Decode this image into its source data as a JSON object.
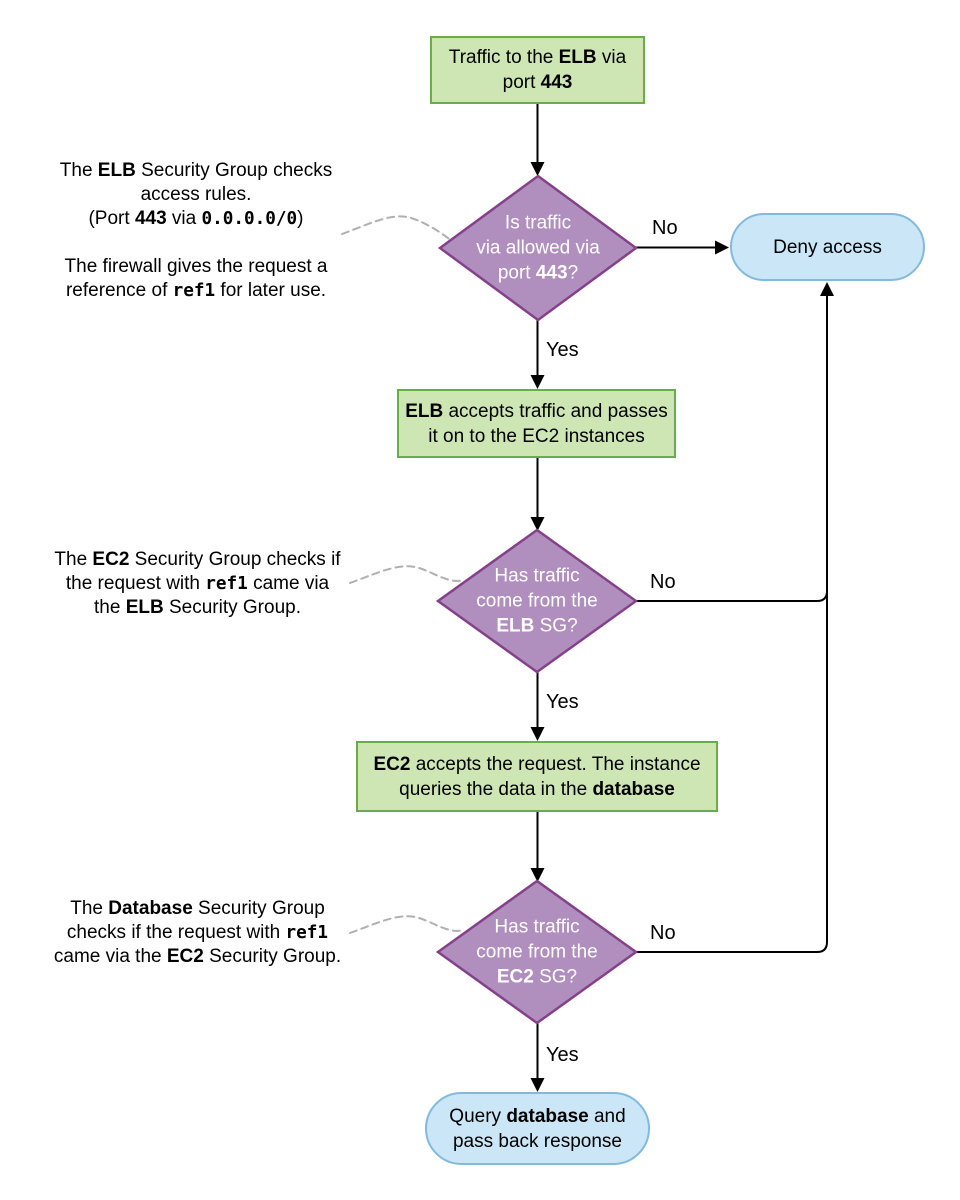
{
  "colors": {
    "bg": "#ffffff",
    "process_fill": "#cde6b4",
    "process_stroke": "#6aab4a",
    "decision_fill": "#b08fbe",
    "decision_stroke": "#84418a",
    "decision_text_color": "#ffffff",
    "terminator_fill": "#cae6f7",
    "terminator_stroke": "#82badd",
    "line_color": "#000000",
    "dashed_color": "#b0b0b0",
    "text_color": "#000000"
  },
  "labels": {
    "yes": "Yes",
    "no": "No"
  },
  "nodes": {
    "start": {
      "segments": [
        {
          "t": "Traffic to the "
        },
        {
          "t": "ELB",
          "b": 1
        },
        {
          "t": " via"
        },
        {
          "br": 1
        },
        {
          "t": "port "
        },
        {
          "t": "443",
          "b": 1
        }
      ]
    },
    "decision1": {
      "segments": [
        {
          "t": "Is traffic"
        },
        {
          "br": 1
        },
        {
          "t": "via allowed via"
        },
        {
          "br": 1
        },
        {
          "t": "port "
        },
        {
          "t": "443",
          "b": 1
        },
        {
          "t": "?"
        }
      ]
    },
    "deny": {
      "label": "Deny access"
    },
    "process_elb": {
      "segments": [
        {
          "t": "ELB",
          "b": 1
        },
        {
          "t": " accepts traffic and passes"
        },
        {
          "br": 1
        },
        {
          "t": "it on to the EC2 instances"
        }
      ]
    },
    "decision2": {
      "segments": [
        {
          "t": "Has traffic"
        },
        {
          "br": 1
        },
        {
          "t": "come from the"
        },
        {
          "br": 1
        },
        {
          "t": "ELB",
          "b": 1
        },
        {
          "t": " SG?"
        }
      ]
    },
    "process_ec2": {
      "segments": [
        {
          "t": "EC2",
          "b": 1
        },
        {
          "t": " accepts the request. The instance"
        },
        {
          "br": 1
        },
        {
          "t": "queries the data in the "
        },
        {
          "t": "database",
          "b": 1
        }
      ]
    },
    "decision3": {
      "segments": [
        {
          "t": "Has traffic"
        },
        {
          "br": 1
        },
        {
          "t": "come from the"
        },
        {
          "br": 1
        },
        {
          "t": "EC2",
          "b": 1
        },
        {
          "t": " SG?"
        }
      ]
    },
    "end": {
      "segments": [
        {
          "t": "Query "
        },
        {
          "t": "database",
          "b": 1
        },
        {
          "t": " and"
        },
        {
          "br": 1
        },
        {
          "t": "pass back response"
        }
      ]
    }
  },
  "annotations": {
    "elb_sg": {
      "segments": [
        {
          "t": "The "
        },
        {
          "t": "ELB",
          "b": 1
        },
        {
          "t": " Security Group checks"
        },
        {
          "br": 1
        },
        {
          "t": "access rules."
        },
        {
          "br": 1
        },
        {
          "t": "(Port "
        },
        {
          "t": "443",
          "b": 1
        },
        {
          "t": " via "
        },
        {
          "t": "0.0.0.0/0",
          "m": 1
        },
        {
          "t": ")"
        },
        {
          "br": 1
        },
        {
          "br": 1
        },
        {
          "t": "The firewall gives the request a"
        },
        {
          "br": 1
        },
        {
          "t": "reference of "
        },
        {
          "t": "ref1",
          "m": 1
        },
        {
          "t": " for later use."
        }
      ]
    },
    "ec2_sg": {
      "segments": [
        {
          "t": "The "
        },
        {
          "t": "EC2",
          "b": 1
        },
        {
          "t": " Security Group checks if"
        },
        {
          "br": 1
        },
        {
          "t": "the request with "
        },
        {
          "t": "ref1",
          "m": 1
        },
        {
          "t": " came via"
        },
        {
          "br": 1
        },
        {
          "t": "the "
        },
        {
          "t": "ELB",
          "b": 1
        },
        {
          "t": " Security Group."
        }
      ]
    },
    "db_sg": {
      "segments": [
        {
          "t": "The "
        },
        {
          "t": "Database",
          "b": 1
        },
        {
          "t": " Security Group"
        },
        {
          "br": 1
        },
        {
          "t": "checks if the request with "
        },
        {
          "t": "ref1",
          "m": 1
        },
        {
          "br": 1
        },
        {
          "t": "came via the "
        },
        {
          "t": "EC2",
          "b": 1
        },
        {
          "t": " Security Group."
        }
      ]
    }
  }
}
